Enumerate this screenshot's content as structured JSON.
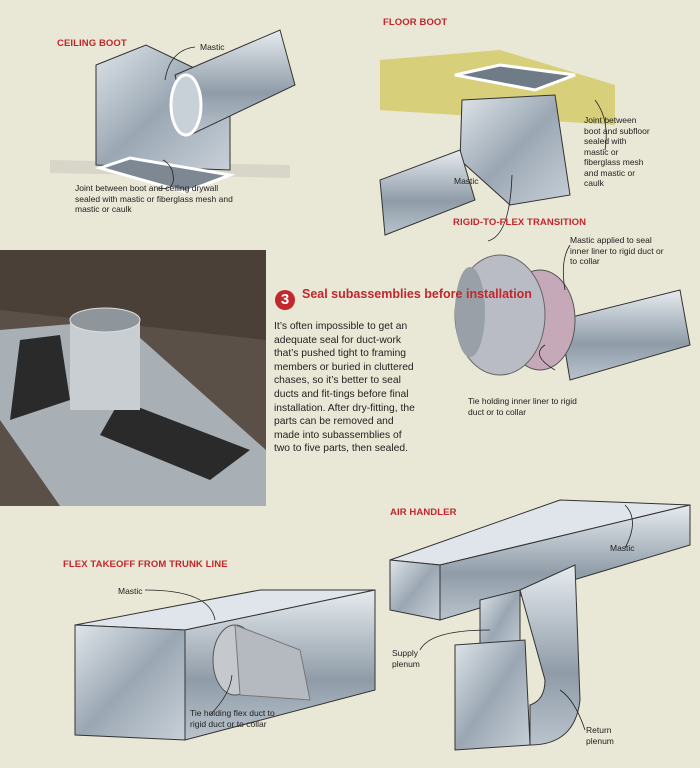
{
  "ceiling_boot": {
    "title": "CEILING BOOT",
    "label_mastic": "Mastic",
    "label_joint": "Joint between boot and ceiling drywall sealed with mastic or fiberglass mesh and mastic or caulk"
  },
  "floor_boot": {
    "title": "FLOOR BOOT",
    "label_mastic": "Mastic",
    "label_joint": "Joint between boot and subfloor sealed with mastic or fiberglass mesh and mastic or caulk"
  },
  "rigid_flex": {
    "title": "RIGID-TO-FLEX TRANSITION",
    "label_mastic": "Mastic applied to seal inner liner to rigid duct or to collar",
    "label_tie": "Tie holding inner liner to rigid duct or to collar"
  },
  "step": {
    "number": "3",
    "title": "Seal subassemblies before installation",
    "body": "It’s often impossible to get an adequate seal for duct-work that’s pushed tight to framing members or buried in cluttered chases, so it’s better to seal ducts and fit-tings before final installation. After dry-fitting, the parts can be removed and made into subassemblies of two to five parts, then sealed."
  },
  "flex_takeoff": {
    "title": "FLEX TAKEOFF FROM TRUNK LINE",
    "label_mastic": "Mastic",
    "label_tie": "Tie holding flex duct to rigid duct or to collar"
  },
  "air_handler": {
    "title": "AIR HANDLER",
    "label_mastic": "Mastic",
    "label_supply": "Supply plenum",
    "label_return": "Return plenum"
  },
  "colors": {
    "accent": "#c1272d",
    "background": "#e9e7d5"
  }
}
